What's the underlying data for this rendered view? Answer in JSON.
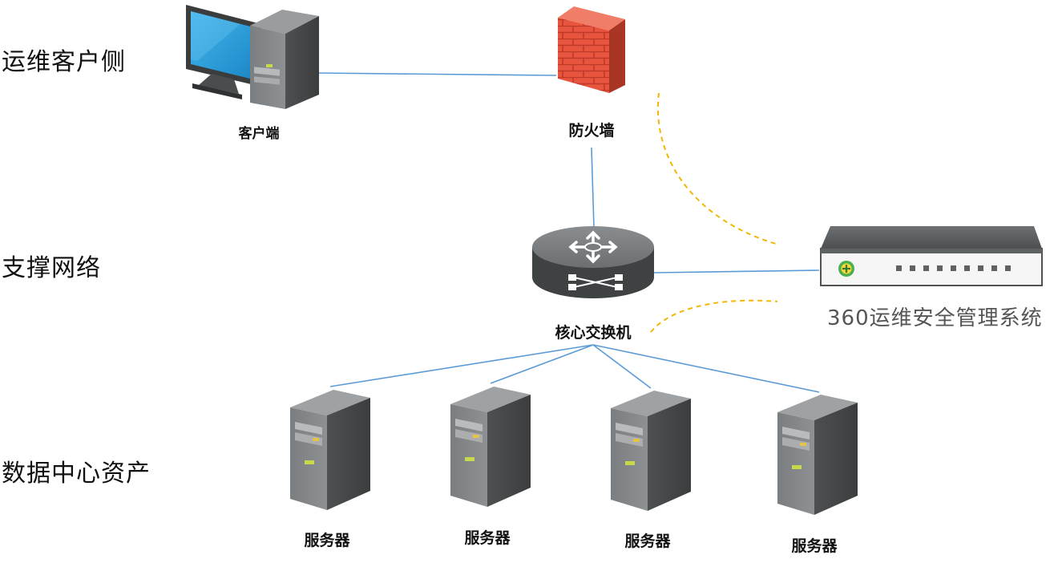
{
  "tiers": {
    "ops_client_side": "运维客户侧",
    "support_network": "支撑网络",
    "datacenter_assets": "数据中心资产"
  },
  "nodes": {
    "client": "客户端",
    "firewall": "防火墙",
    "core_switch": "核心交换机",
    "appliance": "360运维安全管理系统",
    "servers": [
      "服务器",
      "服务器",
      "服务器",
      "服务器"
    ]
  },
  "colors": {
    "link_line": "#5b9bd5",
    "dashed_arc": "#f2b705",
    "device_gray": "#5f6263",
    "firewall_brick": "#e0503c",
    "screen_blue": "#2a9fd8",
    "led_green": "#c7d94a"
  },
  "icons": {
    "client": "desktop-computer-icon",
    "firewall": "brick-wall-icon",
    "core_switch": "network-switch-icon",
    "appliance": "rack-appliance-icon",
    "server": "tower-server-icon"
  }
}
